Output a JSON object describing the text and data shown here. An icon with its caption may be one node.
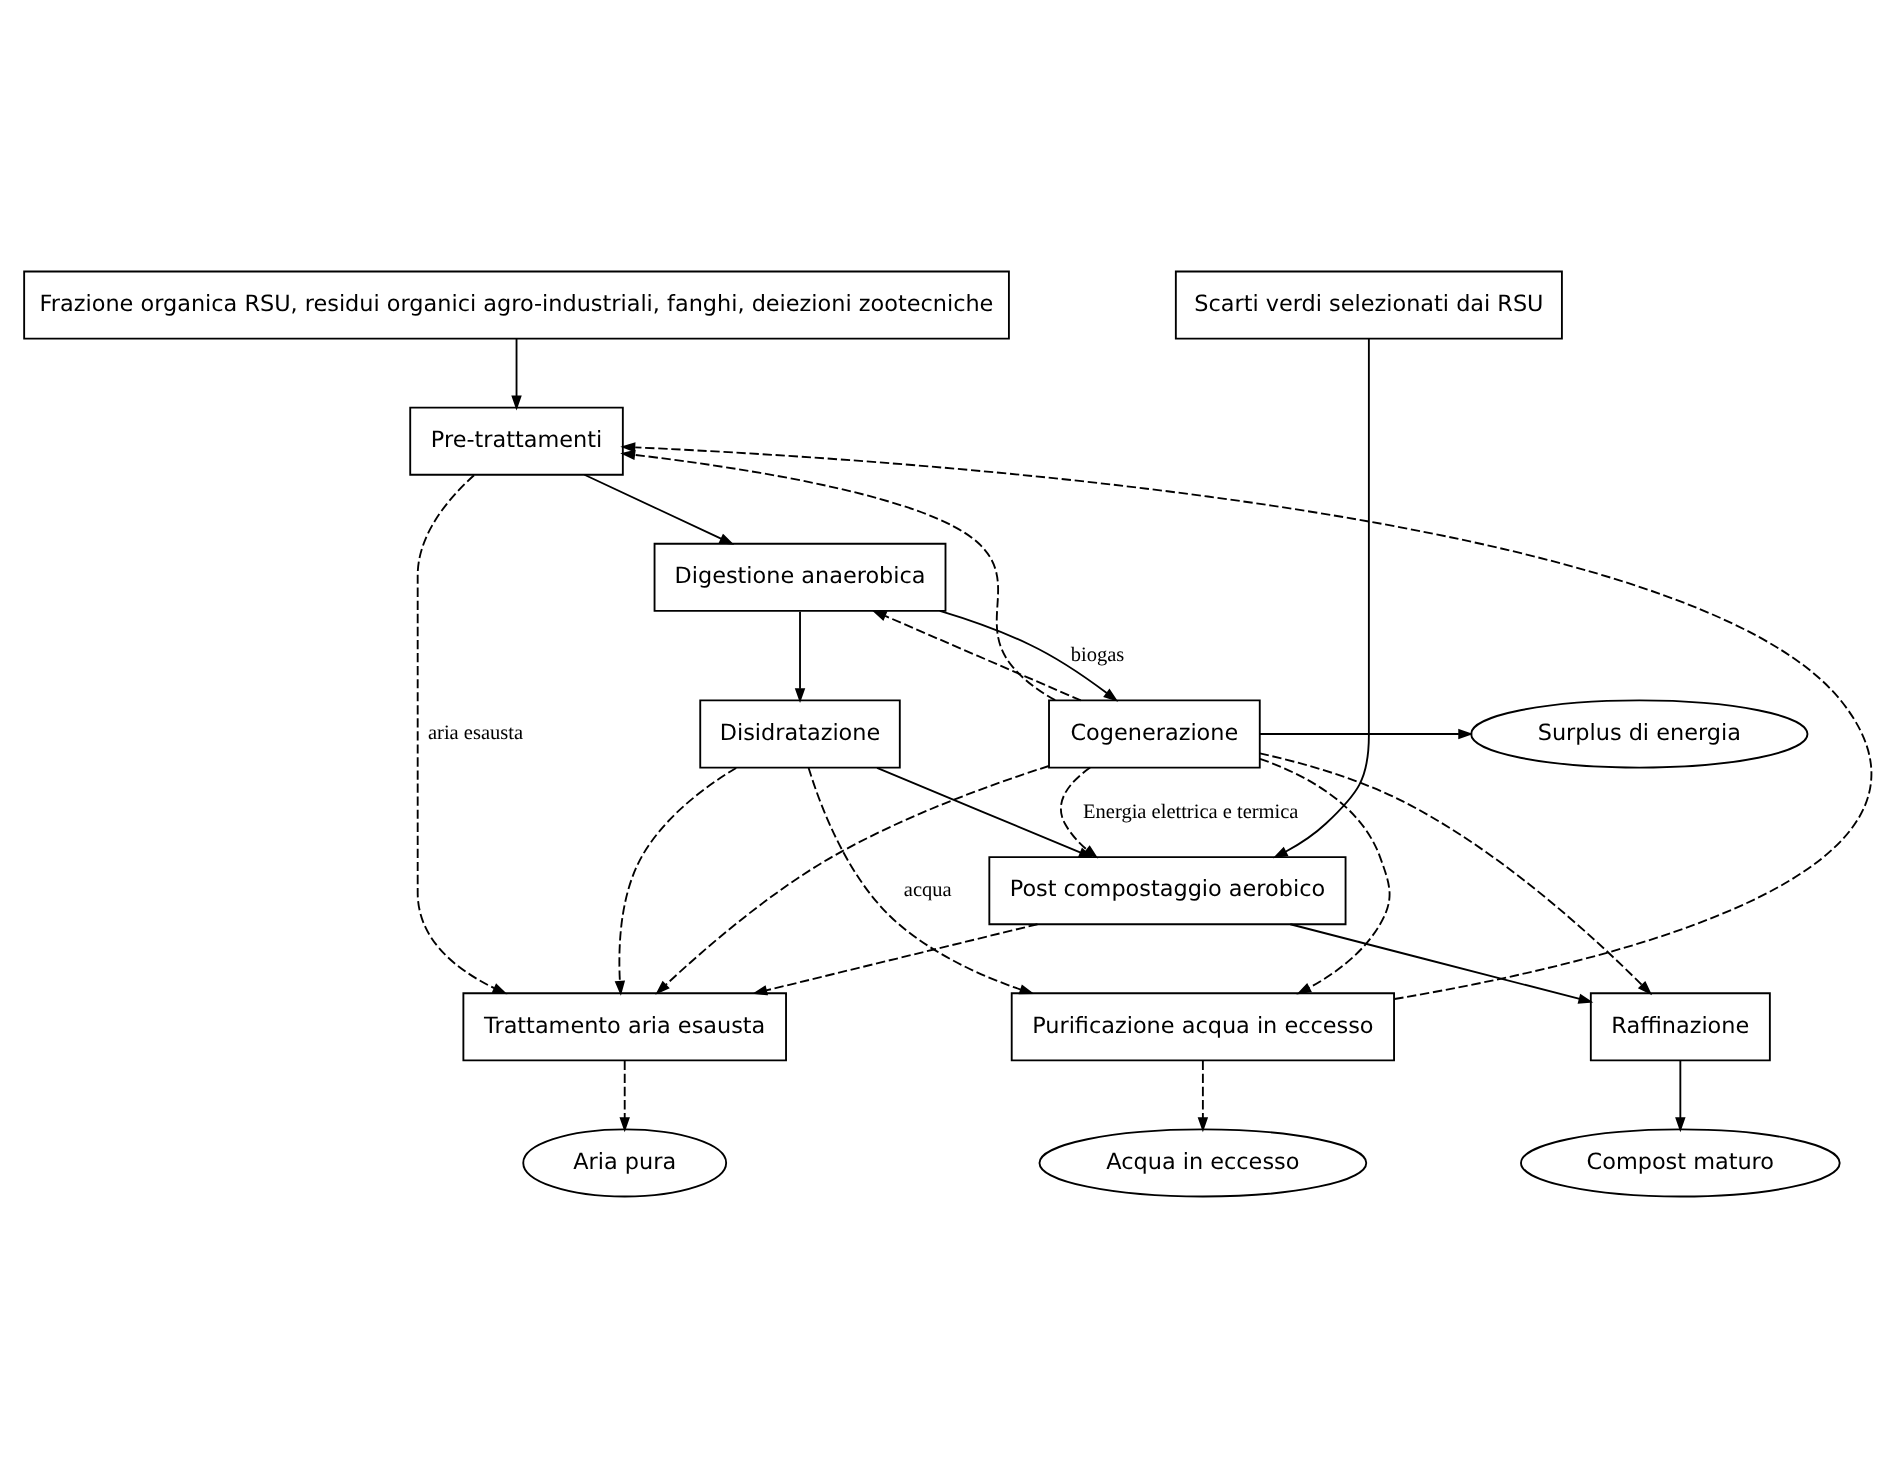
{
  "diagram": {
    "nodes": [
      {
        "text": [
          "Frazione organica RSU, residui organici agro-industriali, fanghi, deiezioni zootecniche"
        ]
      },
      {
        "text": [
          "Scarti verdi selezionati dai RSU"
        ]
      },
      {
        "text": [
          "Pre-trattamenti"
        ]
      },
      {
        "text": [
          "Digestione anaerobica"
        ]
      },
      {
        "text": [
          "Cogenerazione"
        ]
      },
      {
        "text": [
          "Surplus di energia"
        ]
      },
      {
        "text": [
          "Disidratazione"
        ]
      },
      {
        "text": [
          "Post compostaggio aerobico"
        ]
      },
      {
        "text": [
          "Purificazione acqua in eccesso"
        ]
      },
      {
        "text": [
          "Trattamento aria esausta"
        ]
      },
      {
        "text": [
          "Raffinazione"
        ]
      },
      {
        "text": [
          "Aria pura"
        ]
      },
      {
        "text": [
          "Compost maturo"
        ]
      },
      {
        "text": [
          "Acqua in eccesso"
        ]
      }
    ],
    "edges": [
      {
        "from": 0,
        "to": 2,
        "arrow": "to"
      },
      {
        "from": 8,
        "to": 2,
        "arrow": "to",
        "style": "dashed"
      },
      {
        "from": 4,
        "to": 2,
        "arrow": "to",
        "style": "dashed"
      },
      {
        "from": 2,
        "to": 3,
        "arrow": "to"
      },
      {
        "from": 3,
        "to": 4,
        "arrow": "to",
        "label": "biogas"
      },
      {
        "from": 4,
        "to": 3,
        "arrow": "to",
        "style": "dashed"
      },
      {
        "from": 4,
        "to": 5,
        "arrow": "to"
      },
      {
        "from": 3,
        "to": 6,
        "arrow": "to"
      },
      {
        "from": 6,
        "to": 8,
        "arrow": "to",
        "style": "dashed",
        "label": "acqua"
      },
      {
        "from": 6,
        "to": 7,
        "arrow": "to"
      },
      {
        "from": 1,
        "to": 7,
        "arrow": "to"
      },
      {
        "from": 4,
        "to": 7,
        "arrow": "to",
        "style": "dashed",
        "label": "Energia elettrica e termica"
      },
      {
        "from": 4,
        "to": 8,
        "arrow": "to",
        "style": "dashed"
      },
      {
        "from": 4,
        "to": 9,
        "arrow": "to",
        "style": "dashed"
      },
      {
        "from": 4,
        "to": 10,
        "arrow": "to",
        "style": "dashed"
      },
      {
        "from": 2,
        "to": 9,
        "arrow": "to",
        "style": "dashed",
        "label": "aria esausta"
      },
      {
        "from": 6,
        "to": 9,
        "arrow": "to",
        "style": "dashed"
      },
      {
        "from": 7,
        "to": 9,
        "arrow": "to",
        "style": "dashed"
      },
      {
        "from": 7,
        "to": 10,
        "arrow": "to"
      },
      {
        "from": 9,
        "to": 11,
        "arrow": "to",
        "style": "dashed"
      },
      {
        "from": 10,
        "to": 12,
        "arrow": "to"
      },
      {
        "from": 8,
        "to": 13,
        "arrow": "to",
        "style": "dashed"
      }
    ]
  }
}
